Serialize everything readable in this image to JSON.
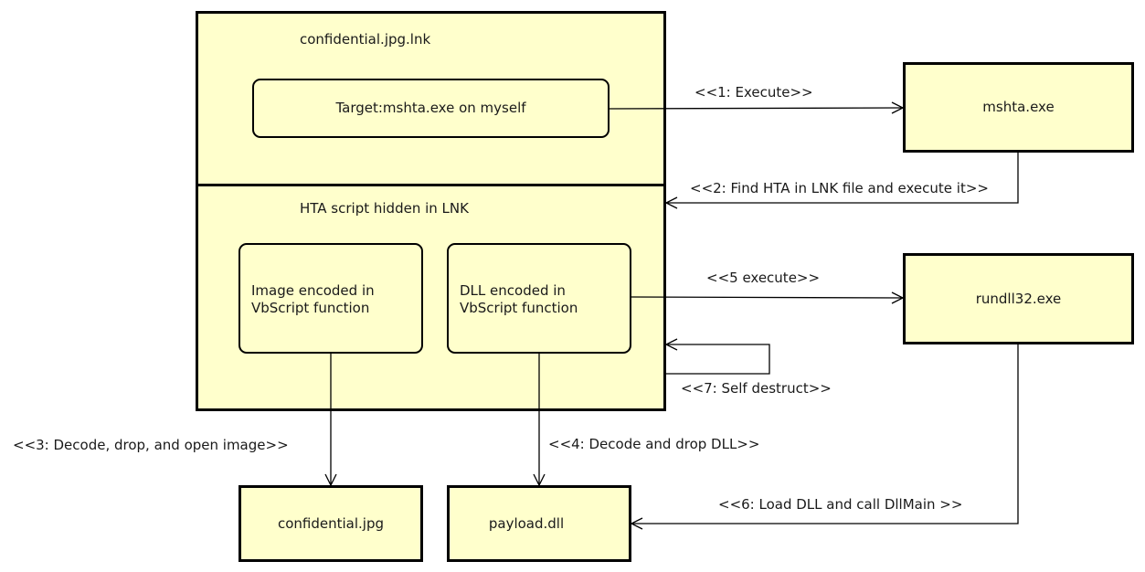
{
  "lnk": {
    "title": "confidential.jpg.lnk",
    "target": "Target:mshta.exe on myself"
  },
  "hta": {
    "title": "HTA script hidden in LNK",
    "image_encoded": "Image encoded in\nVbScript function",
    "dll_encoded": "DLL encoded in\nVbScript function"
  },
  "nodes": {
    "mshta": "mshta.exe",
    "rundll": "rundll32.exe",
    "confidential_jpg": "confidential.jpg",
    "payload": "payload.dll"
  },
  "edges": {
    "e1": "<<1: Execute>>",
    "e2": "<<2: Find HTA in LNK file and execute it>>",
    "e3": "<<3: Decode, drop, and open image>>",
    "e4": "<<4: Decode and drop DLL>>",
    "e5": "<<5 execute>>",
    "e6": "<<6: Load DLL and call DllMain >>",
    "e7": "<<7: Self destruct>>"
  },
  "colors": {
    "fill": "#ffffcc",
    "stroke": "#000000"
  }
}
